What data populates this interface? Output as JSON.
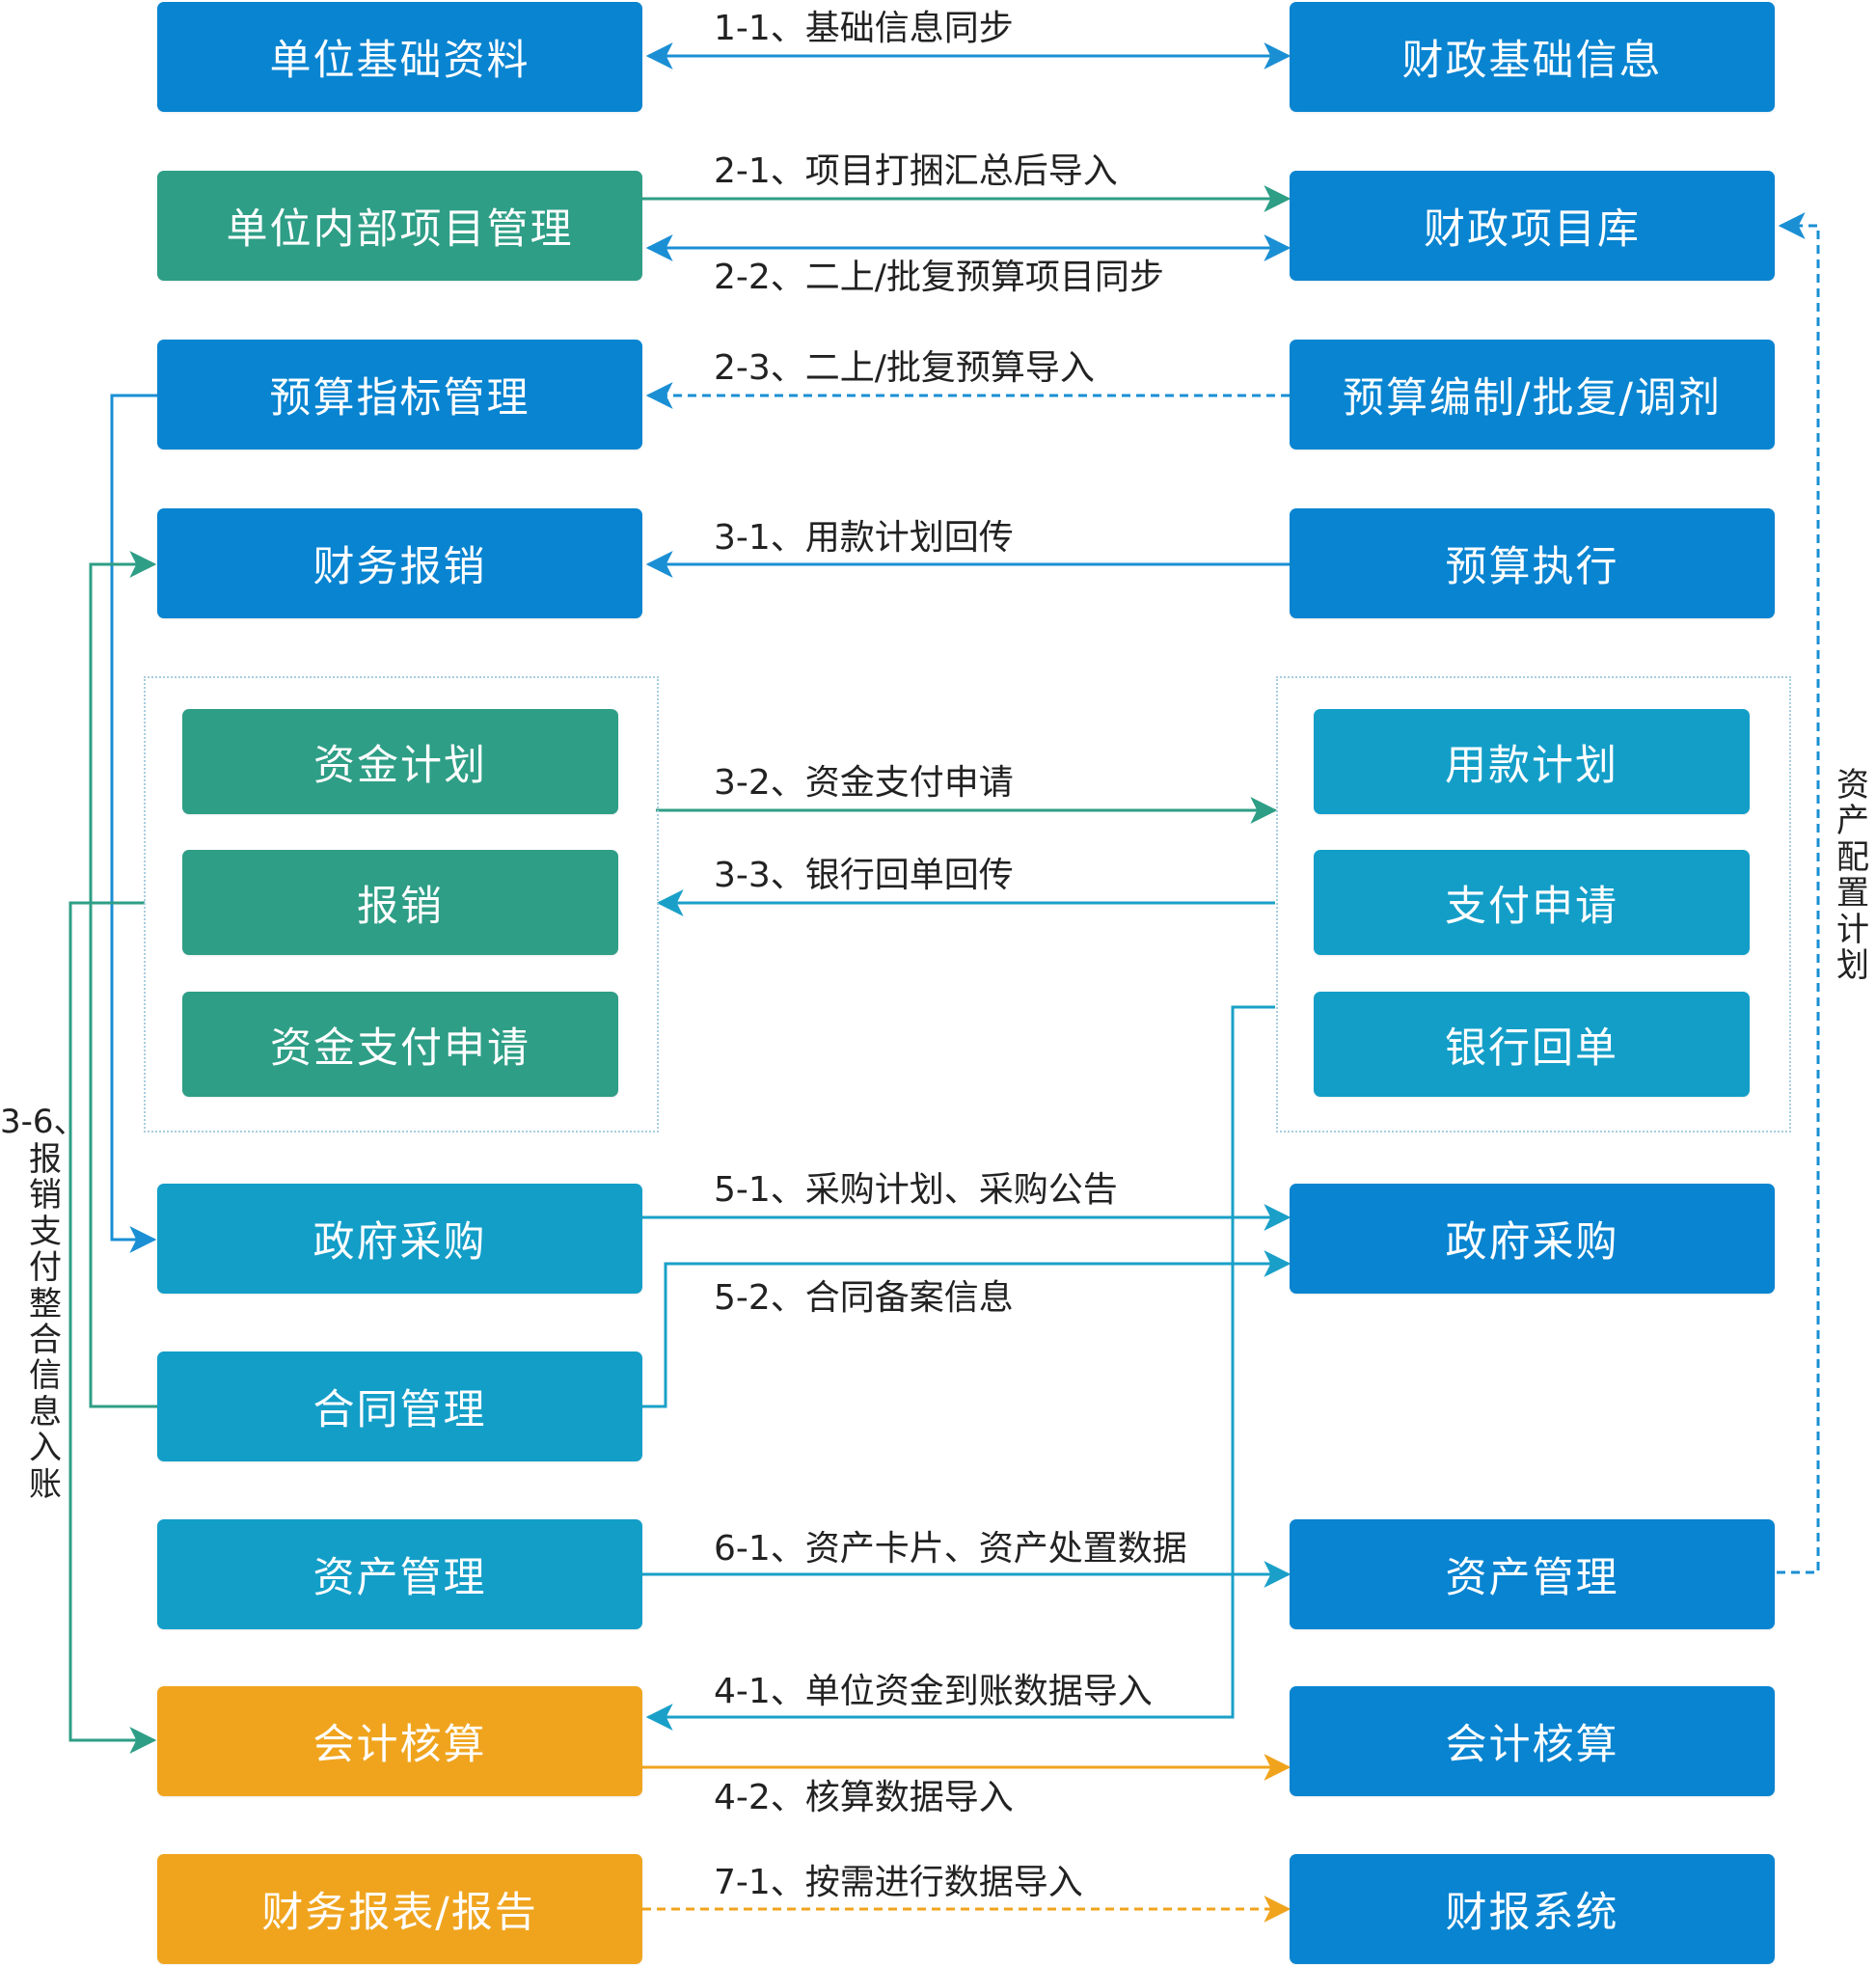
{
  "left_boxes": {
    "unit_basic_info": "单位基础资料",
    "unit_project_mgmt": "单位内部项目管理",
    "budget_index_mgmt": "预算指标管理",
    "finance_reimburse": "财务报销",
    "fund_plan": "资金计划",
    "reimburse": "报销",
    "fund_pay_apply": "资金支付申请",
    "gov_procure": "政府采购",
    "contract_mgmt": "合同管理",
    "asset_mgmt": "资产管理",
    "accounting": "会计核算",
    "fin_report": "财务报表/报告"
  },
  "right_boxes": {
    "fiscal_basic_info": "财政基础信息",
    "fiscal_project_lib": "财政项目库",
    "budget_compile": "预算编制/批复/调剂",
    "budget_exec": "预算执行",
    "use_plan": "用款计划",
    "pay_apply": "支付申请",
    "bank_receipt": "银行回单",
    "gov_procure": "政府采购",
    "asset_mgmt": "资产管理",
    "accounting": "会计核算",
    "fin_report_sys": "财报系统"
  },
  "flow_labels": {
    "f1_1": "1-1、基础信息同步",
    "f2_1": "2-1、项目打捆汇总后导入",
    "f2_2": "2-2、二上/批复预算项目同步",
    "f2_3": "2-3、二上/批复预算导入",
    "f3_1": "3-1、用款计划回传",
    "f3_2": "3-2、资金支付申请",
    "f3_3": "3-3、银行回单回传",
    "f5_1": "5-1、采购计划、采购公告",
    "f5_2": "5-2、合同备案信息",
    "f6_1": "6-1、资产卡片、资产处置数据",
    "f4_1": "4-1、单位资金到账数据导入",
    "f4_2": "4-2、核算数据导入",
    "f7_1": "7-1、按需进行数据导入"
  },
  "side_labels": {
    "f3_6_num": "3-6、",
    "f3_6_text": [
      "报",
      "销",
      "支",
      "付",
      "整",
      "合",
      "信",
      "息",
      "入",
      "账"
    ],
    "asset_plan": [
      "资",
      "产",
      "配",
      "置",
      "计",
      "划"
    ]
  },
  "colors": {
    "blue": "#0884d1",
    "green": "#2e9e86",
    "teal": "#139ec8",
    "orange": "#f0a41e",
    "line_blue": "#1a8fd4",
    "line_green": "#2e9e86",
    "line_teal": "#1aa0c8",
    "line_orange": "#f0a41e"
  }
}
